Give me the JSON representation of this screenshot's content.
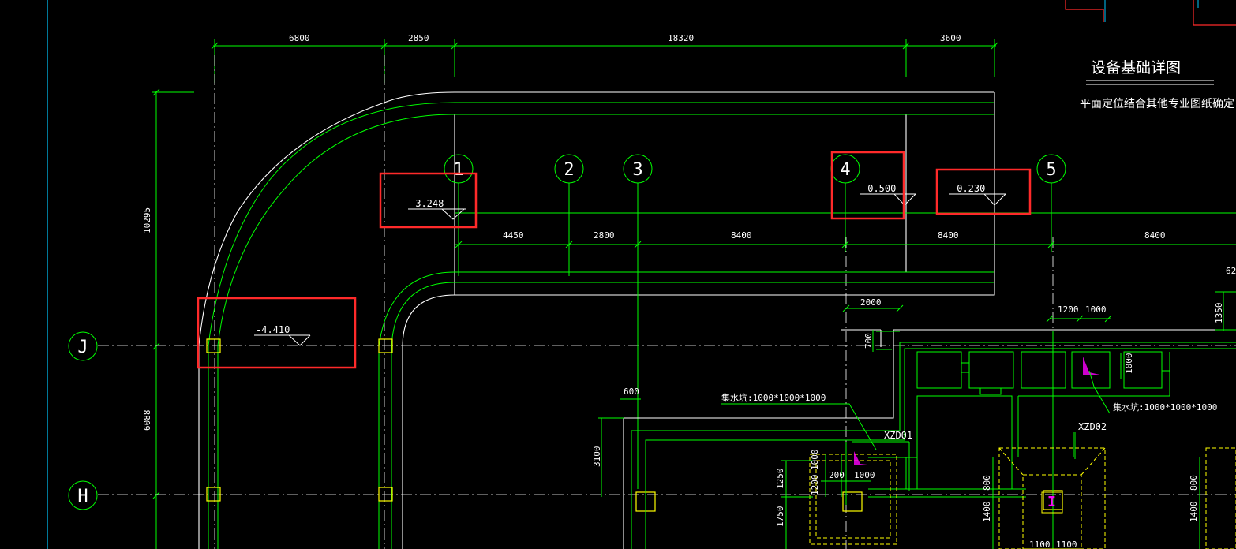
{
  "colors": {
    "background": "#000000",
    "wall": "#ffffff",
    "structure": "#00ff00",
    "dimension": "#00ff00",
    "highlight_box": "#ff2a2a",
    "border_line": "#00c8ff",
    "foundation": "#ffff00",
    "marker_magenta": "#ff00ff"
  },
  "title": "设备基础详图",
  "note": "平面定位结合其他专业图纸确定",
  "top_dimensions": [
    "6800",
    "2850",
    "18320",
    "3600"
  ],
  "left_dimensions": [
    "10295",
    "6088"
  ],
  "grid_axes": {
    "columns": [
      "1",
      "2",
      "3",
      "4",
      "5"
    ],
    "rows": [
      "J",
      "H"
    ]
  },
  "spacing_dimensions": [
    "4450",
    "2800",
    "8400",
    "8400",
    "8400"
  ],
  "elevations": [
    "-3.248",
    "-0.500",
    "-0.230",
    "-4.410"
  ],
  "detail_dimensions": {
    "d2000": "2000",
    "d700": "700",
    "d600": "600",
    "d3100": "3100",
    "d1200a": "1200",
    "d1000a": "1000",
    "d1000b": "1000",
    "d1350": "1350",
    "d62": "62",
    "d1000c": "1000",
    "d1250": "1250",
    "d1750": "1750",
    "d200": "200",
    "d1200b": "1200",
    "d1000d": "1000",
    "d800a": "800",
    "d1400a": "1400",
    "d800b": "800",
    "d1400b": "1400",
    "d1100a": "1100",
    "d1100b": "1100"
  },
  "pits": {
    "pit_left": "集水坑:1000*1000*1000",
    "pit_right": "集水坑:1000*1000*1000"
  },
  "equipment_tags": {
    "xzd01": "XZD01",
    "xzd02": "XZD02"
  }
}
